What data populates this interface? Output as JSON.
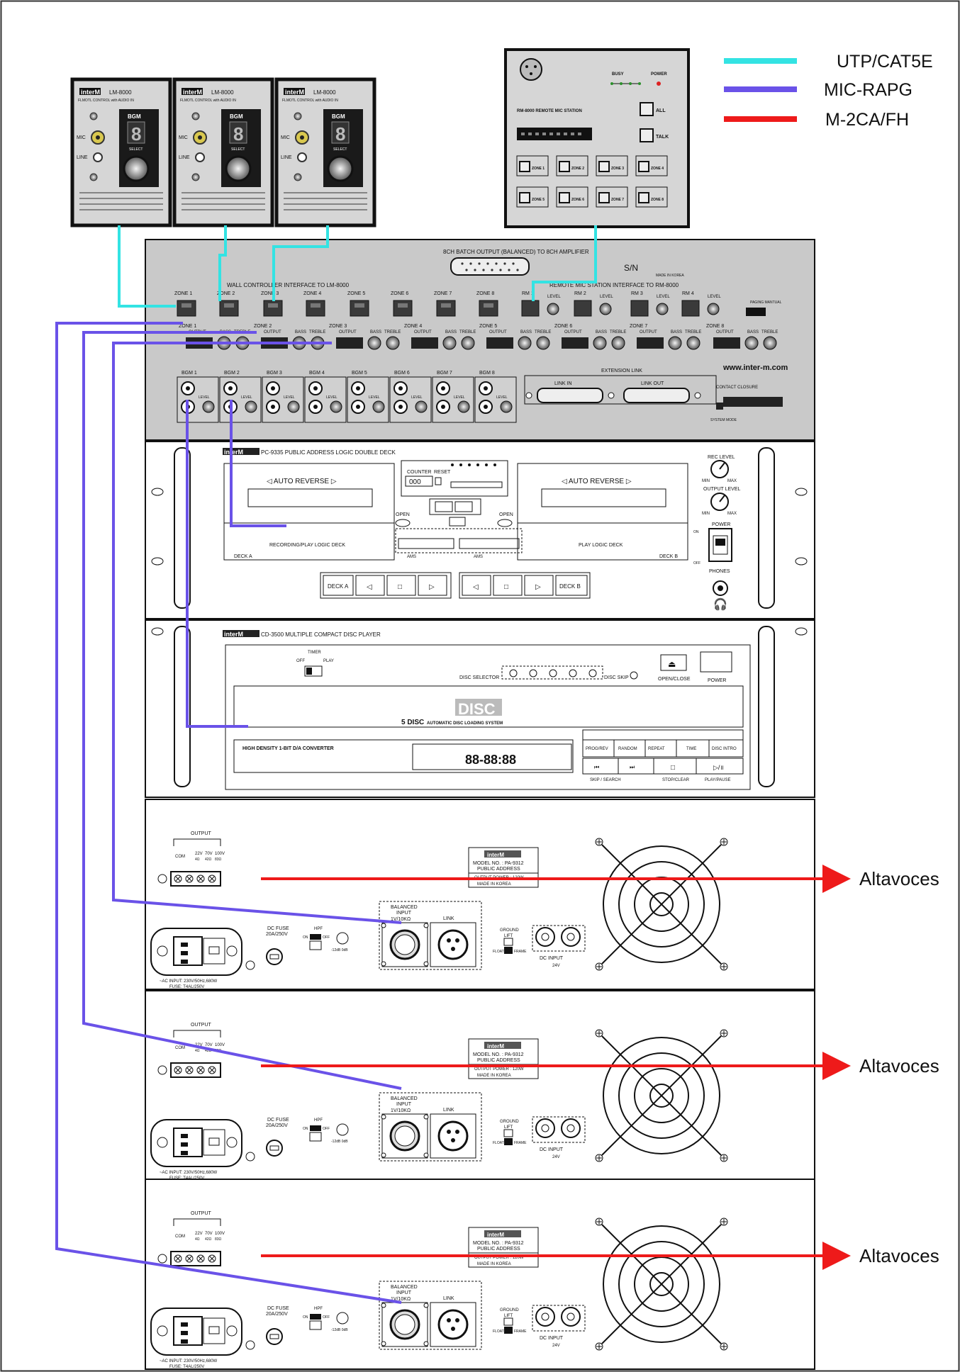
{
  "legend": [
    {
      "label": "UTP/CAT5E",
      "color": "#33e3e3"
    },
    {
      "label": "MIC-RAPG",
      "color": "#6a52e8"
    },
    {
      "label": "M-2CA/FH",
      "color": "#ee1a1a"
    }
  ],
  "wall_panels": {
    "brand": "interM",
    "model": "LM-8000",
    "subtitle": "FLMOTL CONTROL with AUDIO IN",
    "bgm": "BGM",
    "mic": "MIC",
    "line": "LINE",
    "select": "SELECT",
    "digit": "8"
  },
  "remote_mic": {
    "title": "RM-8000 REMOTE MIC STATION",
    "busy": "BUSY",
    "power": "POWER",
    "all": "ALL",
    "talk": "TALK",
    "zones": [
      "ZONE 1",
      "ZONE 2",
      "ZONE 3",
      "ZONE 4",
      "ZONE 5",
      "ZONE 6",
      "ZONE 7",
      "ZONE 8"
    ]
  },
  "matrix": {
    "batch_output": "8CH BATCH OUTPUT (BALANCED) TO 8CH AMPLIFIER",
    "wall_interface": "WALL CONTROLLER INTERFACE TO LM-8000",
    "remote_interface": "REMOTE MIC STATION INTERFACE TO RM-8000",
    "sn": "S/N",
    "made": "MADE IN KOREA",
    "zone_ports": [
      "ZONE 1",
      "ZONE 2",
      "ZONE 3",
      "ZONE 4",
      "ZONE 5",
      "ZONE 6",
      "ZONE 7",
      "ZONE 8"
    ],
    "rm_ports": [
      "RM 1",
      "RM 2",
      "RM 3",
      "RM 4"
    ],
    "level": "LEVEL",
    "zone_out": [
      "ZONE 1",
      "ZONE 2",
      "ZONE 3",
      "ZONE 4",
      "ZONE 5",
      "ZONE 6",
      "ZONE 7",
      "ZONE 8"
    ],
    "output": "OUTPUT",
    "bass": "BASS",
    "treble": "TREBLE",
    "bgm": [
      "BGM 1",
      "BGM 2",
      "BGM 3",
      "BGM 4",
      "BGM 5",
      "BGM 6",
      "BGM 7",
      "BGM 8"
    ],
    "extension": "EXTENSION LINK",
    "link_in": "LINK IN",
    "link_out": "LINK OUT",
    "website": "www.inter-m.com",
    "contact": "CONTACT CLOSURE",
    "paging": "PAGING MANTUAL",
    "system_mode": "SYSTEM MODE"
  },
  "cassette": {
    "brand": "interM",
    "title": "PC-9335 PUBLIC ADDRESS LOGIC DOUBLE DECK",
    "auto_reverse": "◁  AUTO REVERSE  ▷",
    "counter": "COUNTER",
    "reset": "RESET",
    "counter_value": "000",
    "open": "OPEN",
    "deck_a_label": "RECORDING/PLAY LOGIC DECK",
    "deck_b_label": "PLAY LOGIC DECK",
    "deck_a": "DECK A",
    "deck_b": "DECK B",
    "ams": "AMS",
    "rec_level": "REC LEVEL",
    "output_level": "OUTPUT LEVEL",
    "min": "MIN",
    "max": "MAX",
    "power": "POWER",
    "phones": "PHONES",
    "on": "ON",
    "off": "OFF"
  },
  "cd": {
    "brand": "interM",
    "title": "CD-3500 MULTIPLE COMPACT DISC PLAYER",
    "timer": "TIMER",
    "off": "OFF",
    "play": "PLAY",
    "disc_selector": "DISC SELECTOR",
    "disc_skip": "DISC SKIP",
    "open_close": "OPEN/CLOSE",
    "power": "POWER",
    "disc_logo": "DISC",
    "five_disc": "5 DISC",
    "loading": "AUTOMATIC DISC LOADING SYSTEM",
    "converter": "HIGH DENSITY 1-BIT D/A CONVERTER",
    "display": "88-88:88",
    "buttons": [
      "PROG/REV",
      "RANDOM",
      "REPEAT",
      "TIME",
      "DISC INTRO"
    ],
    "bottom_labels": [
      "SKIP / SEARCH",
      "STOP/CLEAR",
      "PLAY/PAUSE"
    ]
  },
  "amplifier": {
    "brand": "interM",
    "output": "OUTPUT",
    "terminals": [
      "COM",
      "22V",
      "70V",
      "100V"
    ],
    "impedance": [
      "4Ω",
      "42Ω",
      "83Ω"
    ],
    "model": "MODEL NO. : PA-9312",
    "public_address": "PUBLIC ADDRESS",
    "output_power": "OUTPUT POWER : 120W",
    "made": "MADE IN KOREA",
    "balanced": "BALANCED",
    "input": "INPUT",
    "input_spec": "1V/10KΩ",
    "link": "LINK",
    "dc_fuse": "DC FUSE",
    "fuse_rating": "20A/250V",
    "hpf": "HPF",
    "on": "ON",
    "off": "OFF",
    "ground": "GROUND",
    "lift": "LIFT",
    "float": "FLOAT",
    "frame": "FRAME",
    "dc_input": "DC INPUT",
    "dc_v": "24V",
    "ac_input": "~AC INPUT: 230V/50Hz,680W",
    "fuse": "FUSE: T4AL/250V",
    "db": "-12dB  0dB"
  },
  "speakers": [
    "Altavoces",
    "Altavoces",
    "Altavoces"
  ]
}
